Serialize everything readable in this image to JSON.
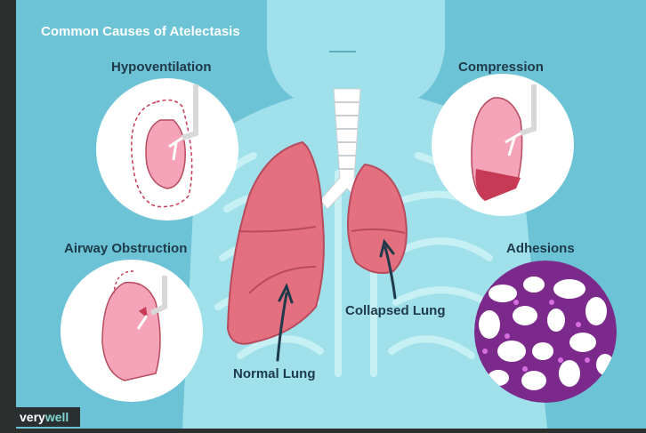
{
  "title": "Common Causes of Atelectasis",
  "labels": {
    "hypoventilation": "Hypoventilation",
    "compression": "Compression",
    "airway_obstruction": "Airway Obstruction",
    "adhesions": "Adhesions",
    "normal_lung": "Normal Lung",
    "collapsed_lung": "Collapsed Lung"
  },
  "brand": {
    "part1": "very",
    "part2": "well"
  },
  "colors": {
    "background": "#6cc3d5",
    "body": "#9fe0ea",
    "lung": "#e4707f",
    "lung_light": "#f5a3b8",
    "trachea": "#ffffff",
    "adhesion_purple": "#7b2a8c",
    "label_text": "#1e3a4a"
  }
}
